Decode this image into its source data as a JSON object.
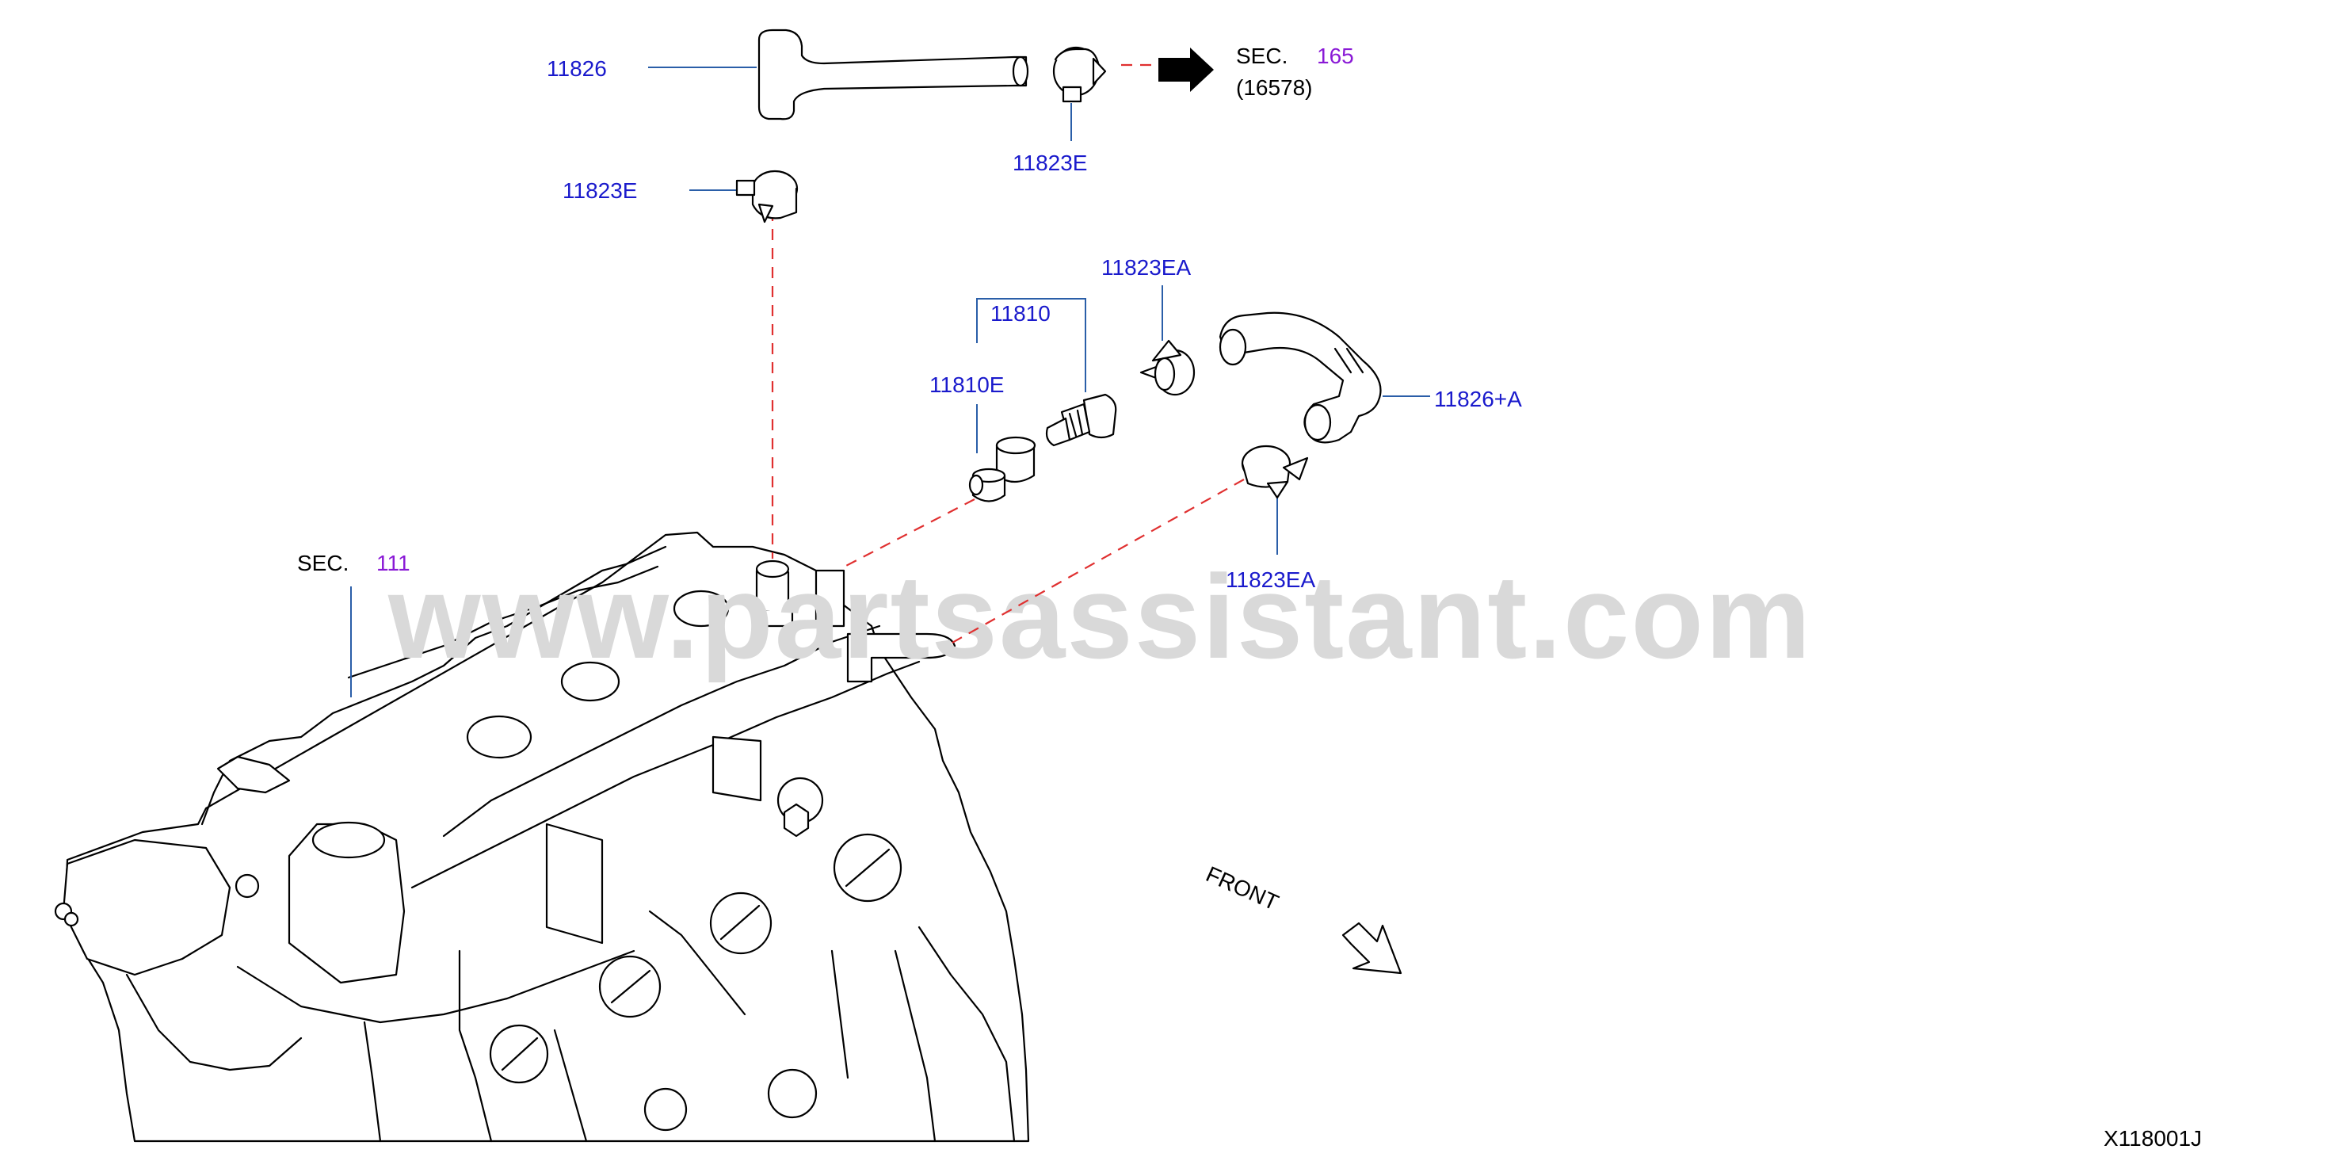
{
  "diagram_id": "X118001J",
  "watermark": "www.partsassistant.com",
  "front_label": "FRONT",
  "colors": {
    "part_label": "#1a1acc",
    "sec_link": "#8a1ad6",
    "leader": "#2a5ea8",
    "dashed_connector": "#e03030",
    "watermark": "#d9d9d9"
  },
  "parts": {
    "p11826": "11826",
    "p11823E_top": "11823E",
    "p11823E_left": "11823E",
    "p11810": "11810",
    "p11810E": "11810E",
    "p11823EA_top": "11823EA",
    "p11823EA_bottom": "11823EA",
    "p11826A": "11826+A"
  },
  "sections": {
    "sec165": {
      "prefix": "SEC.",
      "number": "165",
      "sub": "(16578)"
    },
    "sec111": {
      "prefix": "SEC.",
      "number": "111"
    }
  }
}
